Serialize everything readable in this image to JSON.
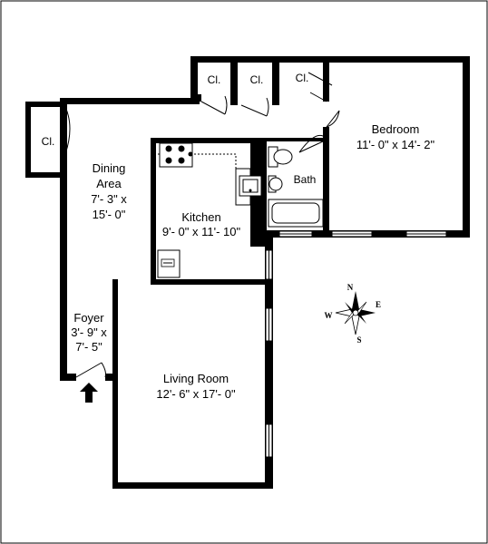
{
  "rooms": {
    "dining": {
      "name": "Dining",
      "name2": "Area",
      "dim1": "7'- 3\" x",
      "dim2": "15'- 0\""
    },
    "kitchen": {
      "name": "Kitchen",
      "dim": "9'- 0\" x 11'- 10\""
    },
    "foyer": {
      "name": "Foyer",
      "dim1": "3'- 9\" x",
      "dim2": "7'- 5\""
    },
    "living": {
      "name": "Living Room",
      "dim": "12'- 6\" x 17'- 0\""
    },
    "bedroom": {
      "name": "Bedroom",
      "dim": "11'- 0\" x 14'- 2\""
    },
    "bath": {
      "name": "Bath"
    },
    "closets": [
      "Cl.",
      "Cl.",
      "Cl.",
      "Cl."
    ]
  },
  "compass": {
    "n": "N",
    "s": "S",
    "e": "E",
    "w": "W"
  }
}
